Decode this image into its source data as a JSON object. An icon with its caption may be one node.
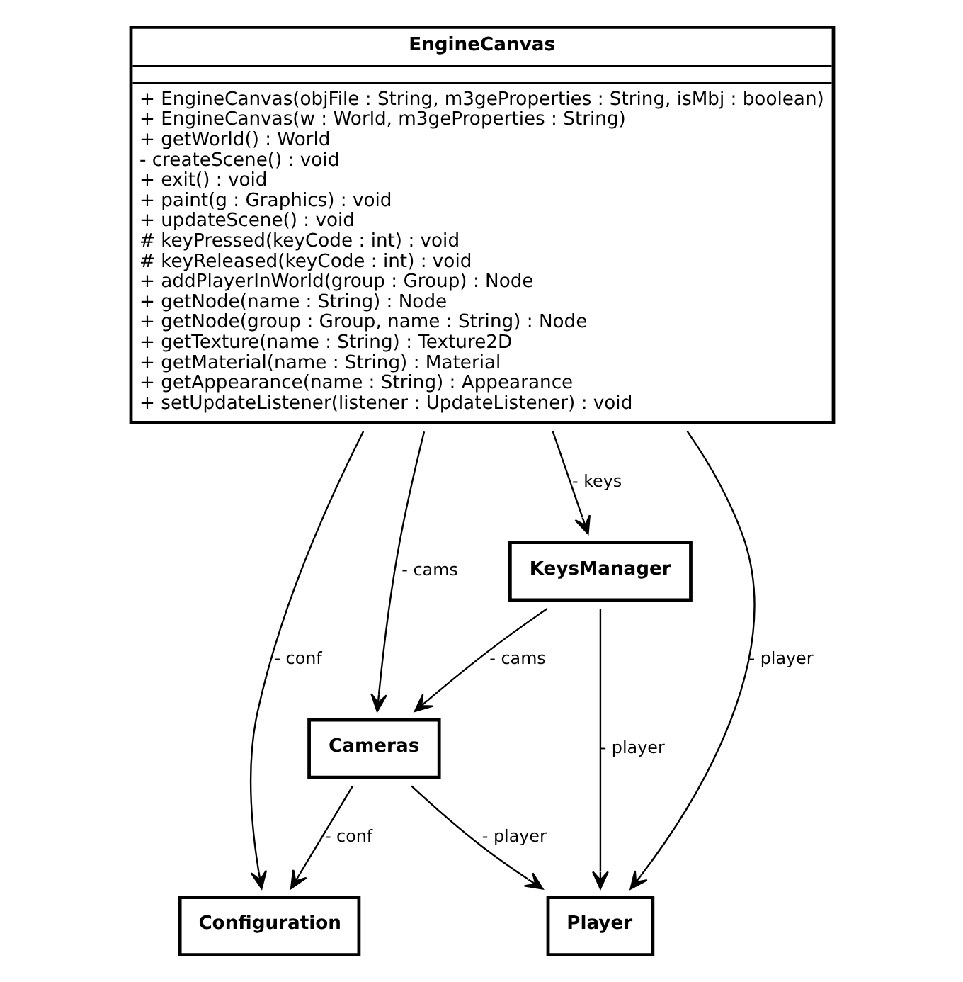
{
  "diagram": {
    "nodes": [
      {
        "text": [
          "EngineCanvas",
          "+ EngineCanvas(objFile : String, m3geProperties : String, isMbj : boolean)",
          "+ EngineCanvas(w : World, m3geProperties : String)",
          "+ getWorld() : World",
          "- createScene() : void",
          "+ exit() : void",
          "+ paint(g : Graphics) : void",
          "+ updateScene() : void",
          "# keyPressed(keyCode : int) : void",
          "# keyReleased(keyCode : int) : void",
          "+ addPlayerInWorld(group : Group) : Node",
          "+ getNode(name : String) : Node",
          "+ getNode(group : Group, name : String) : Node",
          "+ getTexture(name : String) : Texture2D",
          "+ getMaterial(name : String) : Material",
          "+ getAppearance(name : String) : Appearance",
          "+ setUpdateListener(listener : UpdateListener) : void"
        ]
      },
      {
        "text": [
          "Configuration"
        ]
      },
      {
        "text": [
          "KeysManager"
        ]
      },
      {
        "text": [
          "Cameras"
        ]
      },
      {
        "text": [
          "Player"
        ]
      }
    ],
    "edges": [
      {
        "from": 0,
        "to": 1,
        "arrow": "to",
        "label": "- conf"
      },
      {
        "from": 0,
        "to": 3,
        "arrow": "to",
        "label": "- cams"
      },
      {
        "from": 0,
        "to": 4,
        "arrow": "to",
        "label": "- player"
      },
      {
        "from": 0,
        "to": 2,
        "arrow": "to",
        "label": "- keys"
      },
      {
        "from": 3,
        "to": 1,
        "arrow": "to",
        "label": "- conf"
      },
      {
        "from": 2,
        "to": 3,
        "arrow": "to",
        "label": "- cams"
      },
      {
        "from": 2,
        "to": 4,
        "arrow": "to",
        "label": "- player"
      },
      {
        "from": 3,
        "to": 4,
        "arrow": "to",
        "label": "- player"
      }
    ]
  }
}
